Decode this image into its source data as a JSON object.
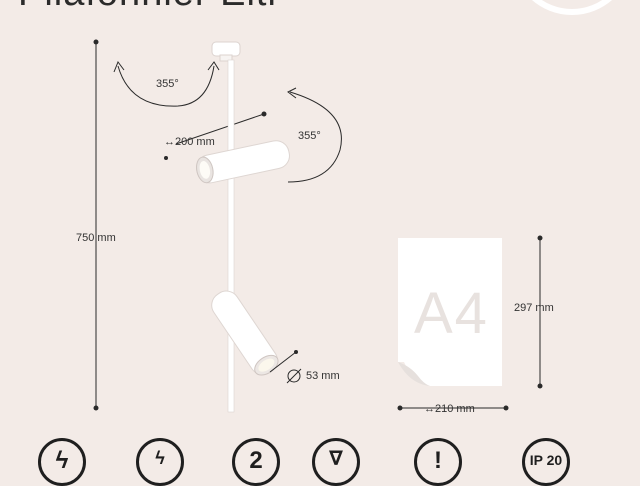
{
  "header": {
    "title": "Pllafonnier Elti"
  },
  "dimensions": {
    "rotation_top": "355°",
    "rotation_side": "355°",
    "arm_length": "↔200 mm",
    "height": "750 mm",
    "diameter": "53 mm",
    "a4_height": "297 mm",
    "a4_width": "↔210 mm"
  },
  "a4": {
    "label": "A4"
  },
  "icons": [
    {
      "name": "lightning-icon",
      "glyph": "ϟ"
    },
    {
      "name": "bulb-lightning-icon",
      "glyph": "ϟ"
    },
    {
      "name": "count-icon",
      "glyph": "2"
    },
    {
      "name": "bulb-shape-icon",
      "glyph": "∇"
    },
    {
      "name": "warning-icon",
      "glyph": "!"
    },
    {
      "name": "ip-rating-icon",
      "glyph": "IP 20"
    }
  ],
  "colors": {
    "background": "#f3ebe7",
    "fixture": "#ffffff",
    "line": "#2a2a2a"
  }
}
